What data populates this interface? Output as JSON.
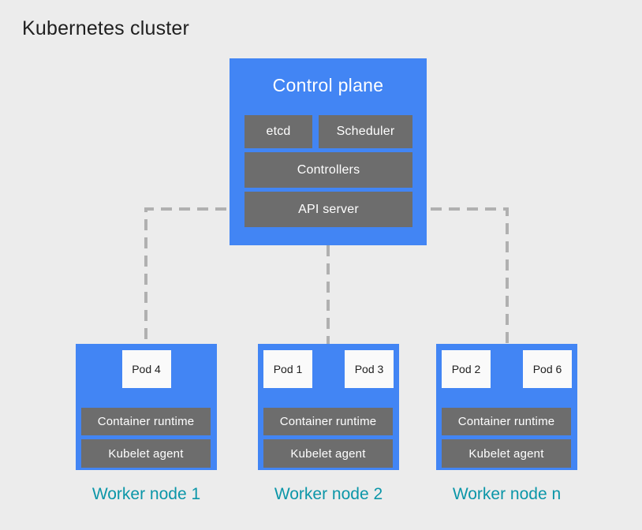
{
  "title": "Kubernetes cluster",
  "colors": {
    "background": "#ececec",
    "node_blue": "#4285f4",
    "component_gray": "#6d6d6d",
    "pod_white": "#fafafa",
    "pod_text": "#212121",
    "label_teal": "#0b96a8",
    "connector_gray": "#b0b0b0",
    "title_text": "#1f1f1f",
    "box_text": "#ffffff"
  },
  "control_plane": {
    "label": "Control plane",
    "components": [
      "etcd",
      "Scheduler",
      "Controllers",
      "API server"
    ]
  },
  "workers": [
    {
      "label": "Worker node 1",
      "pods": [
        "Pod 4"
      ],
      "components": [
        "Container runtime",
        "Kubelet agent"
      ]
    },
    {
      "label": "Worker node 2",
      "pods": [
        "Pod 1",
        "Pod 3"
      ],
      "components": [
        "Container runtime",
        "Kubelet agent"
      ]
    },
    {
      "label": "Worker node n",
      "pods": [
        "Pod 2",
        "Pod 6"
      ],
      "components": [
        "Container runtime",
        "Kubelet agent"
      ]
    }
  ]
}
